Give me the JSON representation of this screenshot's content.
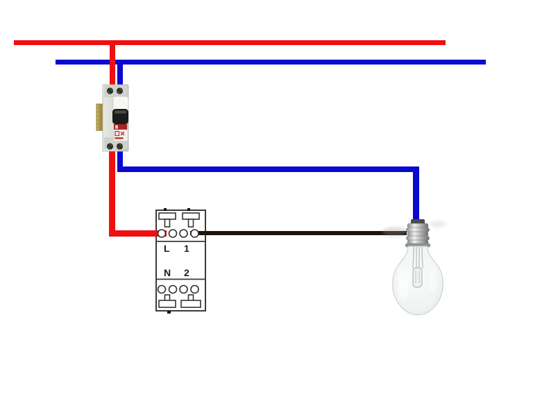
{
  "diagram": {
    "kind": "electrical-wiring-diagram"
  },
  "colors": {
    "phase_wire": "#ee1010",
    "neutral_wire": "#0909cf",
    "switched_wire": "#201409",
    "background": "#ffffff",
    "switch_outline": "#3a3a3a",
    "breaker_toggle": "#1b1b1b",
    "breaker_clip": "#b7a14c"
  },
  "switch": {
    "terminals": {
      "top_left": "L",
      "top_right": "1",
      "bottom_left": "N",
      "bottom_right": "2"
    }
  },
  "components": {
    "breaker": "circuit-breaker",
    "switch": "switch-terminal-block",
    "lamp": "incandescent-bulb"
  }
}
